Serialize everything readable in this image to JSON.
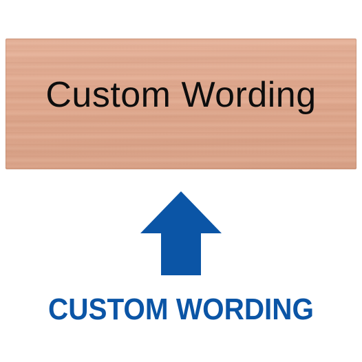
{
  "sign": {
    "text": "Custom Wording",
    "text_color": "#0d0d0d",
    "plate_color": "#e0a98f",
    "material": "wood-grain"
  },
  "arrow": {
    "icon": "up-arrow-icon",
    "direction": "up",
    "color": "#0b55a6"
  },
  "caption": {
    "text": "CUSTOM WORDING",
    "color": "#0b55a6"
  }
}
